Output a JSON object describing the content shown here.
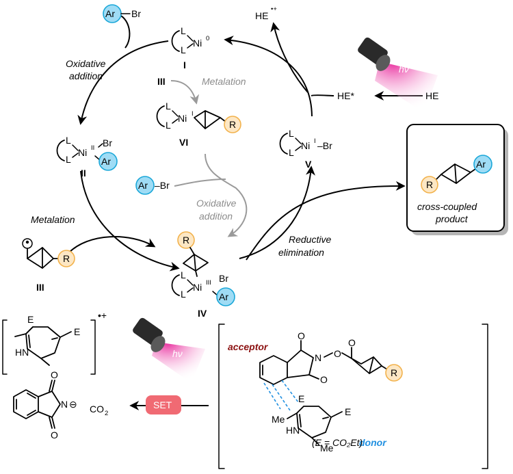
{
  "cycle": {
    "ni0": {
      "l": "L",
      "metal": "Ni",
      "ox": "0",
      "num": "I"
    },
    "ni2": {
      "l": "L",
      "metal": "Ni",
      "ox": "II",
      "br": "Br",
      "ar": "Ar",
      "num": "II"
    },
    "ni1r": {
      "l": "L",
      "metal": "Ni",
      "ox": "I",
      "r": "R",
      "num": "VI"
    },
    "ni1br": {
      "l": "L",
      "metal": "Ni",
      "ox": "I",
      "br": "–Br",
      "num": "V"
    },
    "ni3": {
      "l": "L",
      "metal": "Ni",
      "ox": "III",
      "br": "Br",
      "ar": "Ar",
      "r": "R",
      "num": "IV"
    },
    "radical": {
      "r": "R",
      "num": "III"
    },
    "arbr_top": {
      "ar": "Ar",
      "br": "Br"
    },
    "arbr_mid": {
      "ar": "Ar",
      "br": "–Br"
    },
    "steps": {
      "oxadd1_line1": "Oxidative",
      "oxadd1_line2": "addition",
      "metal1": "Metalation",
      "metal2_prefix": "III",
      "metal2": "Metalation",
      "oxadd2_line1": "Oxidative",
      "oxadd2_line2": "addition",
      "red_line1": "Reductive",
      "red_line2": "elimination"
    },
    "he_radical": "HE",
    "he_radical_sup": "•+",
    "he_star": "HE*",
    "he": "HE",
    "hv": "hν"
  },
  "product": {
    "ar": "Ar",
    "r": "R",
    "label1": "cross-coupled",
    "label2": "product"
  },
  "bottom": {
    "cation_e1": "E",
    "cation_e2": "E",
    "cation_hn": "HN",
    "cation_charge": "•+",
    "phth_o1": "O",
    "phth_o2": "O",
    "phth_n": "N",
    "phth_minus": "⊖",
    "co2": "CO",
    "co2_sub": "2",
    "set": "SET",
    "hv": "hν",
    "acceptor": "acceptor",
    "donor": "donor",
    "complex_o1": "O",
    "complex_o2": "O",
    "complex_n": "N",
    "complex_o_link": "O",
    "complex_o3": "O",
    "complex_r": "R",
    "hantzsch_e1": "E",
    "hantzsch_e2": "E",
    "hantzsch_hn": "HN",
    "me1": "Me",
    "me2": "Me",
    "footnote": "(E = CO₂Et)"
  },
  "colors": {
    "ar_fill": "#9fdcf5",
    "r_fill": "#fde7c4",
    "acceptor": "#8b1010",
    "donor": "#1f8fe0",
    "set": "#f06a73",
    "lamp_glow": "#e8279b"
  }
}
